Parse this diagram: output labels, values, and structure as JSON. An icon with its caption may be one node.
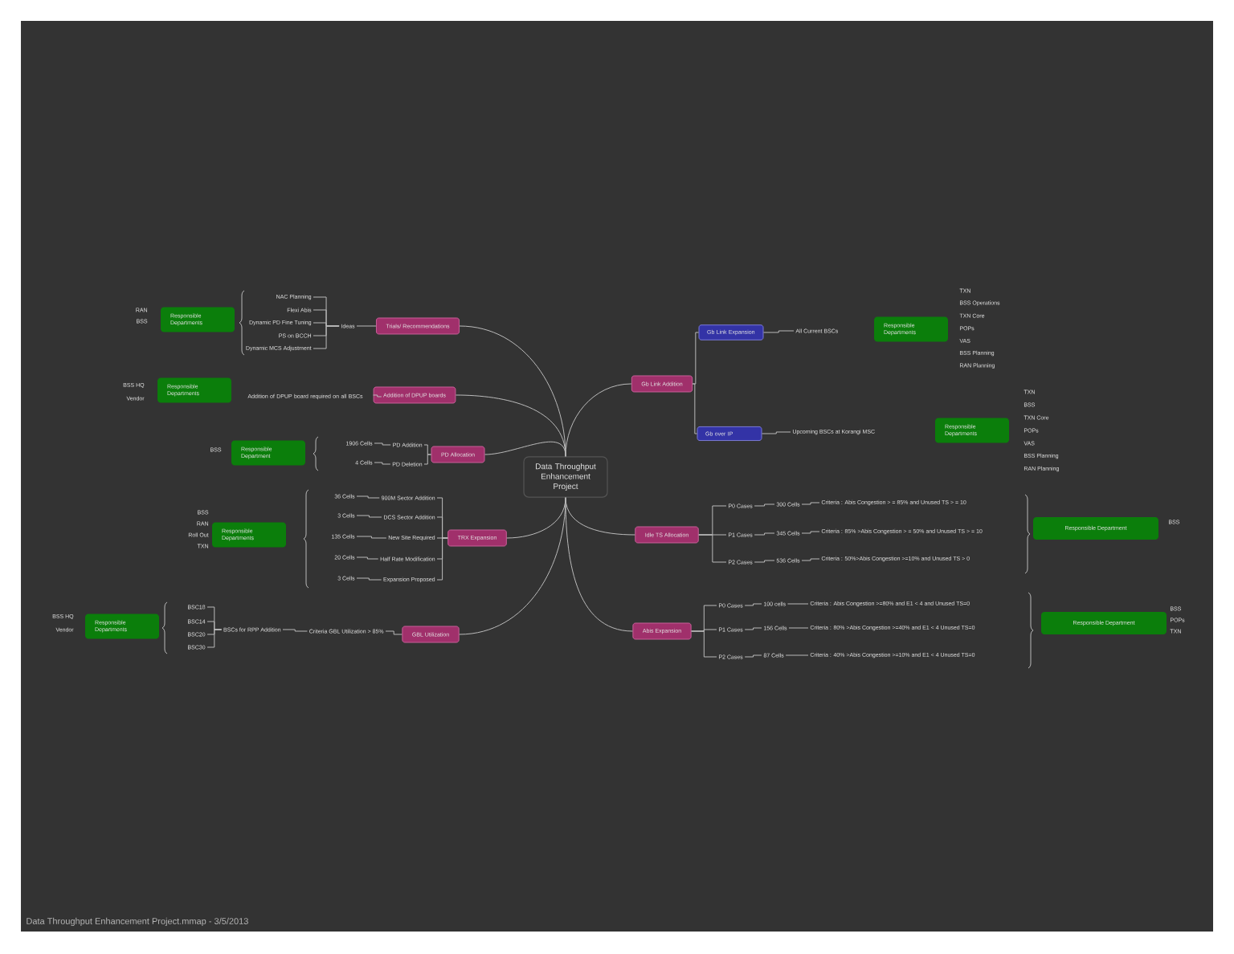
{
  "diagram": {
    "nodes": [
      {
        "text": [
          "Data Throughput Enhancement Project"
        ]
      },
      {
        "text": [
          "Trials/ Recommendations"
        ]
      },
      {
        "text": [
          "Ideas"
        ]
      },
      {
        "text": [
          "NAC Planning"
        ]
      },
      {
        "text": [
          "Flexi Abis"
        ]
      },
      {
        "text": [
          "Dynamic PD Fine Tuning"
        ]
      },
      {
        "text": [
          "PS on BCCH"
        ]
      },
      {
        "text": [
          "Dynamic MCS Adjustment"
        ]
      },
      {
        "text": [
          "Responsible Departments"
        ],
        "beside": [
          "RAN",
          "BSS"
        ]
      },
      {
        "text": [
          "Addition of DPUP boards"
        ]
      },
      {
        "text": [
          "Addition of DPUP board required on all BSCs"
        ]
      },
      {
        "text": [
          "Responsible Departments"
        ],
        "beside": [
          "BSS HQ",
          "Vendor"
        ]
      },
      {
        "text": [
          "PD Allocation"
        ]
      },
      {
        "text": [
          "PD Addition"
        ]
      },
      {
        "text": [
          "1906 Cells"
        ]
      },
      {
        "text": [
          "PD Deletion"
        ]
      },
      {
        "text": [
          "4 Cells"
        ]
      },
      {
        "text": [
          "Responsible Department"
        ],
        "beside": [
          "BSS"
        ]
      },
      {
        "text": [
          "TRX Expansion"
        ]
      },
      {
        "text": [
          "900M Sector Addition"
        ]
      },
      {
        "text": [
          "36 Cells"
        ]
      },
      {
        "text": [
          "DCS Sector Addition"
        ]
      },
      {
        "text": [
          "3 Cells"
        ]
      },
      {
        "text": [
          "New Site Required"
        ]
      },
      {
        "text": [
          "135 Cells"
        ]
      },
      {
        "text": [
          "Half Rate Modification"
        ]
      },
      {
        "text": [
          "20 Cells"
        ]
      },
      {
        "text": [
          "Expansion Proposed"
        ]
      },
      {
        "text": [
          "3 Cells"
        ]
      },
      {
        "text": [
          "Responsible Departments"
        ],
        "beside": [
          "BSS",
          "RAN",
          "Roll Out",
          "TXN"
        ]
      },
      {
        "text": [
          "GBL Utilization"
        ]
      },
      {
        "text": [
          "Criteria GBL Utilization > 85%"
        ]
      },
      {
        "text": [
          "BSCs for RPP Addition"
        ]
      },
      {
        "text": [
          "BSC18"
        ]
      },
      {
        "text": [
          "BSC14"
        ]
      },
      {
        "text": [
          "BSC20"
        ]
      },
      {
        "text": [
          "BSC30"
        ]
      },
      {
        "text": [
          "Responsible Departments"
        ],
        "beside": [
          "BSS HQ",
          "Vendor"
        ]
      },
      {
        "text": [
          "Gb Link Addition"
        ]
      },
      {
        "text": [
          "Gb Link Expansion"
        ]
      },
      {
        "text": [
          "All Current BSCs"
        ]
      },
      {
        "text": [
          "Responsible Departments"
        ],
        "beside": [
          "TXN",
          "BSS Operations",
          "TXN Core",
          "POPs",
          "VAS",
          "BSS Planning",
          "RAN Planning"
        ]
      },
      {
        "text": [
          "Gb over IP"
        ]
      },
      {
        "text": [
          "Upcoming BSCs at Korangi MSC"
        ]
      },
      {
        "text": [
          "Responsible Departments"
        ],
        "beside": [
          "TXN",
          "BSS",
          "TXN Core",
          "POPs",
          "VAS",
          "BSS Planning",
          "RAN Planning"
        ]
      },
      {
        "text": [
          "Idle TS Allocation"
        ]
      },
      {
        "text": [
          "P0 Cases"
        ]
      },
      {
        "text": [
          "300 Cells"
        ]
      },
      {
        "text": [
          "Criteria : Abis Congestion > = 85% and Unused TS > = 10"
        ]
      },
      {
        "text": [
          "P1 Cases"
        ]
      },
      {
        "text": [
          "345 Cells"
        ]
      },
      {
        "text": [
          "Criteria : 85% >Abis Congestion > = 50% and Unused TS > = 10"
        ]
      },
      {
        "text": [
          "P2 Cases"
        ]
      },
      {
        "text": [
          "536 Cells"
        ]
      },
      {
        "text": [
          "Criteria : 50%>Abis Congestion >=10% and Unused TS > 0"
        ]
      },
      {
        "text": [
          "Responsible Department"
        ],
        "beside": [
          "BSS"
        ]
      },
      {
        "text": [
          "Abis Expansion"
        ]
      },
      {
        "text": [
          "P0 Cases"
        ]
      },
      {
        "text": [
          "100 cells"
        ]
      },
      {
        "text": [
          "Criteria : Abis Congestion >=80% and E1 < 4 and Unused TS=0"
        ]
      },
      {
        "text": [
          "P1 Cases"
        ]
      },
      {
        "text": [
          "156 Cells"
        ]
      },
      {
        "text": [
          "Criteria : 80% >Abis Congestion >=40% and E1 < 4 Unused TS=0"
        ]
      },
      {
        "text": [
          "P2 Cases"
        ]
      },
      {
        "text": [
          "87 Cells"
        ]
      },
      {
        "text": [
          "Criteria : 40% >Abis Congestion >=10% and E1 < 4 Unused TS=0"
        ]
      },
      {
        "text": [
          "Responsible Department"
        ],
        "beside": [
          "BSS",
          "POPs",
          "TXN"
        ]
      }
    ],
    "edges": [
      {
        "from": 0,
        "to": 1,
        "arrow": "none"
      },
      {
        "from": 0,
        "to": 9,
        "arrow": "none"
      },
      {
        "from": 0,
        "to": 12,
        "arrow": "none"
      },
      {
        "from": 0,
        "to": 18,
        "arrow": "none"
      },
      {
        "from": 0,
        "to": 30,
        "arrow": "none"
      },
      {
        "from": 0,
        "to": 38,
        "arrow": "none"
      },
      {
        "from": 0,
        "to": 45,
        "arrow": "none"
      },
      {
        "from": 0,
        "to": 56,
        "arrow": "none"
      },
      {
        "from": 1,
        "to": 2,
        "arrow": "none"
      },
      {
        "from": 2,
        "to": 3,
        "arrow": "none"
      },
      {
        "from": 2,
        "to": 4,
        "arrow": "none"
      },
      {
        "from": 2,
        "to": 5,
        "arrow": "none"
      },
      {
        "from": 2,
        "to": 6,
        "arrow": "none"
      },
      {
        "from": 2,
        "to": 7,
        "arrow": "none"
      },
      {
        "from": 9,
        "to": 10,
        "arrow": "none"
      },
      {
        "from": 12,
        "to": 13,
        "arrow": "none"
      },
      {
        "from": 13,
        "to": 14,
        "arrow": "none"
      },
      {
        "from": 12,
        "to": 15,
        "arrow": "none"
      },
      {
        "from": 15,
        "to": 16,
        "arrow": "none"
      },
      {
        "from": 18,
        "to": 19,
        "arrow": "none"
      },
      {
        "from": 19,
        "to": 20,
        "arrow": "none"
      },
      {
        "from": 18,
        "to": 21,
        "arrow": "none"
      },
      {
        "from": 21,
        "to": 22,
        "arrow": "none"
      },
      {
        "from": 18,
        "to": 23,
        "arrow": "none"
      },
      {
        "from": 23,
        "to": 24,
        "arrow": "none"
      },
      {
        "from": 18,
        "to": 25,
        "arrow": "none"
      },
      {
        "from": 25,
        "to": 26,
        "arrow": "none"
      },
      {
        "from": 18,
        "to": 27,
        "arrow": "none"
      },
      {
        "from": 27,
        "to": 28,
        "arrow": "none"
      },
      {
        "from": 30,
        "to": 31,
        "arrow": "none"
      },
      {
        "from": 31,
        "to": 32,
        "arrow": "none"
      },
      {
        "from": 32,
        "to": 33,
        "arrow": "none"
      },
      {
        "from": 32,
        "to": 34,
        "arrow": "none"
      },
      {
        "from": 32,
        "to": 35,
        "arrow": "none"
      },
      {
        "from": 32,
        "to": 36,
        "arrow": "none"
      },
      {
        "from": 38,
        "to": 39,
        "arrow": "none"
      },
      {
        "from": 39,
        "to": 40,
        "arrow": "none"
      },
      {
        "from": 38,
        "to": 42,
        "arrow": "none"
      },
      {
        "from": 42,
        "to": 43,
        "arrow": "none"
      },
      {
        "from": 45,
        "to": 46,
        "arrow": "none"
      },
      {
        "from": 46,
        "to": 47,
        "arrow": "none"
      },
      {
        "from": 47,
        "to": 48,
        "arrow": "none"
      },
      {
        "from": 45,
        "to": 49,
        "arrow": "none"
      },
      {
        "from": 49,
        "to": 50,
        "arrow": "none"
      },
      {
        "from": 50,
        "to": 51,
        "arrow": "none"
      },
      {
        "from": 45,
        "to": 52,
        "arrow": "none"
      },
      {
        "from": 52,
        "to": 53,
        "arrow": "none"
      },
      {
        "from": 53,
        "to": 54,
        "arrow": "none"
      },
      {
        "from": 56,
        "to": 57,
        "arrow": "none"
      },
      {
        "from": 57,
        "to": 58,
        "arrow": "none"
      },
      {
        "from": 58,
        "to": 59,
        "arrow": "none"
      },
      {
        "from": 56,
        "to": 60,
        "arrow": "none"
      },
      {
        "from": 60,
        "to": 61,
        "arrow": "none"
      },
      {
        "from": 61,
        "to": 62,
        "arrow": "none"
      },
      {
        "from": 56,
        "to": 63,
        "arrow": "none"
      },
      {
        "from": 63,
        "to": 64,
        "arrow": "none"
      },
      {
        "from": 64,
        "to": 65,
        "arrow": "none"
      }
    ],
    "labels": [
      "Data Throughput Enhancement Project.mmap - 3/5/2013"
    ]
  }
}
